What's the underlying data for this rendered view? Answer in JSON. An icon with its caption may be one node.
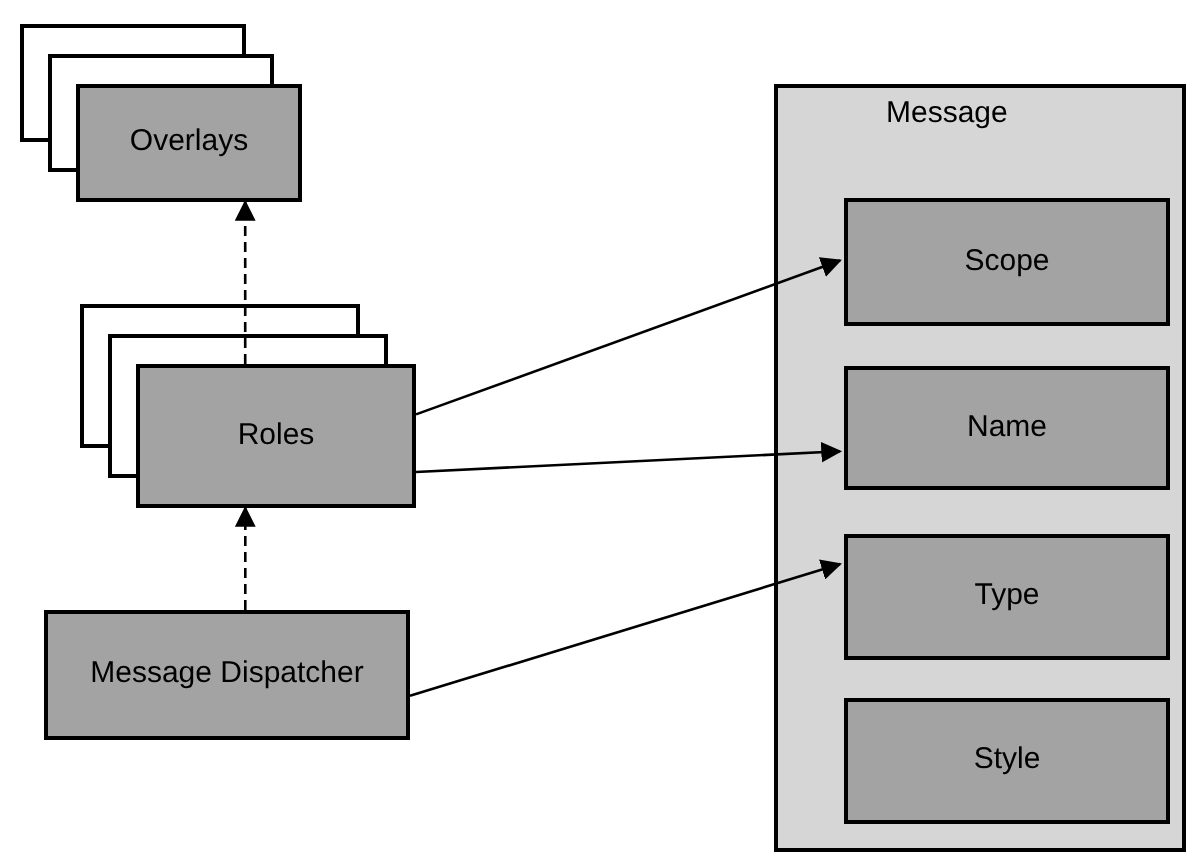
{
  "diagram": {
    "nodes": [
      {
        "text": [
          "Overlays"
        ]
      },
      {
        "text": [
          "Roles"
        ]
      },
      {
        "text": [
          "Message Dispatcher"
        ]
      },
      {
        "text": [
          "Message"
        ]
      },
      {
        "text": [
          "Scope"
        ],
        "in": 3
      },
      {
        "text": [
          "Name"
        ],
        "in": 3
      },
      {
        "text": [
          "Type"
        ],
        "in": 3
      },
      {
        "text": [
          "Style"
        ],
        "in": 3
      }
    ],
    "edges": [
      {
        "from": 1,
        "to": 0,
        "arrow": "to",
        "style": "dashed"
      },
      {
        "from": 2,
        "to": 1,
        "arrow": "to",
        "style": "dashed"
      },
      {
        "from": 1,
        "to": 4,
        "arrow": "to"
      },
      {
        "from": 1,
        "to": 5,
        "arrow": "to"
      },
      {
        "from": 2,
        "to": 6,
        "arrow": "to"
      }
    ]
  }
}
